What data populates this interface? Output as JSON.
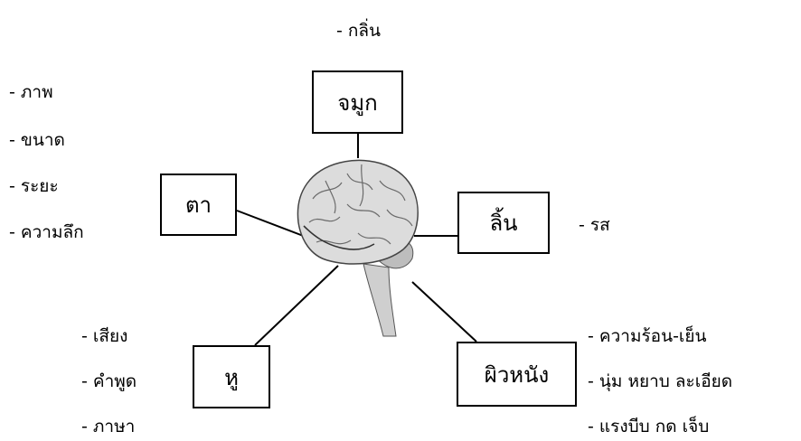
{
  "organs": {
    "nose": "จมูก",
    "eye": "ตา",
    "tongue": "ลิ้น",
    "ear": "หู",
    "skin": "ผิวหนัง"
  },
  "senses": {
    "nose": [
      "- กลิ่น"
    ],
    "eye": [
      "- ภาพ",
      "- ขนาด",
      "- ระยะ",
      "- ความลึก"
    ],
    "tongue": [
      "- รส"
    ],
    "ear": [
      "- เสียง",
      "- คำพูด",
      "- ภาษา"
    ],
    "skin": [
      "- ความร้อน-เย็น",
      "- นุ่ม หยาบ ละเอียด",
      "- แรงบีบ กด เจ็บ"
    ]
  },
  "colors": {
    "line": "#000000",
    "brain_fill": "#dcdcdc",
    "brain_shade": "#9a9a9a"
  },
  "icons": {
    "center": "brain-icon"
  }
}
